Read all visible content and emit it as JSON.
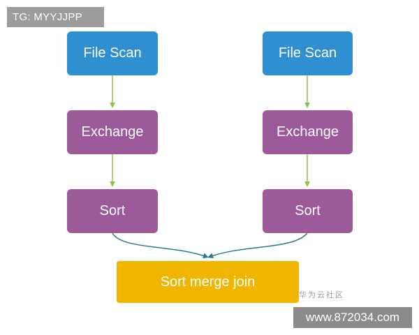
{
  "watermarks": {
    "top_left": "TG: MYYJJPP",
    "bottom_right": "www.872034.com",
    "brand_cn": "华为云社区"
  },
  "diagram": {
    "left_branch": {
      "scan": "File Scan",
      "exchange": "Exchange",
      "sort": "Sort"
    },
    "right_branch": {
      "scan": "File Scan",
      "exchange": "Exchange",
      "sort": "Sort"
    },
    "join": "Sort merge join"
  },
  "colors": {
    "scan": "#2f8fd0",
    "process": "#9c5a9a",
    "join": "#f0b500",
    "arrow_green": "#8cc152",
    "arrow_teal": "#2a7a8a"
  }
}
